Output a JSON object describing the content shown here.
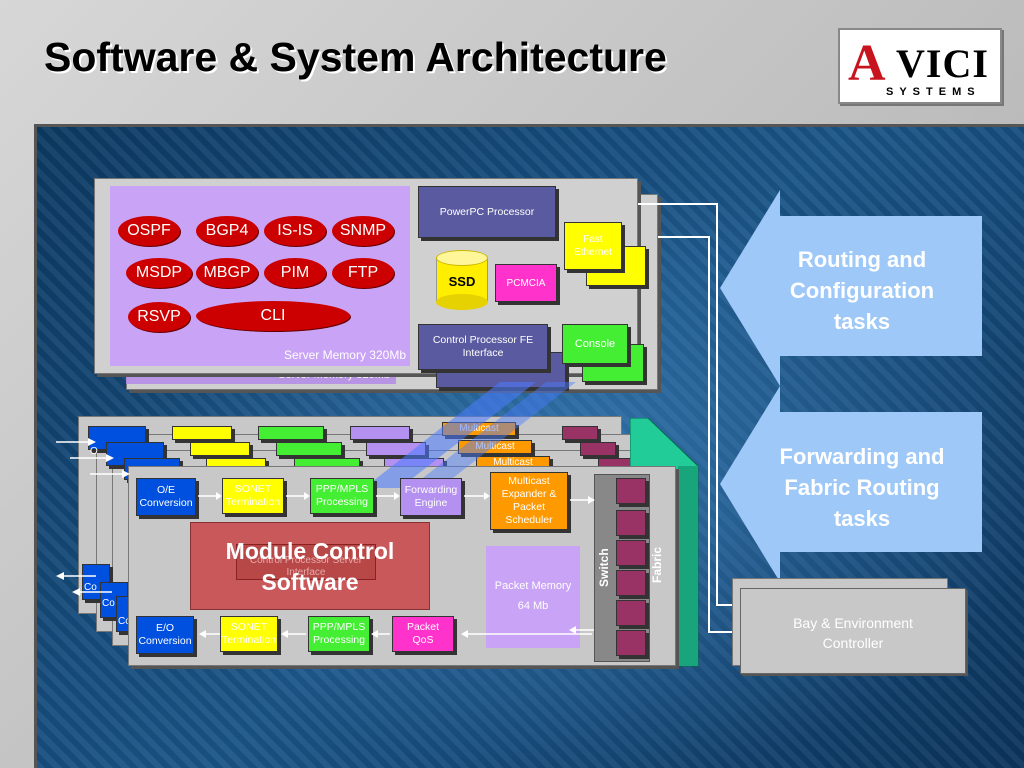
{
  "title": "Software & System Architecture",
  "logo": {
    "a": "A",
    "vici": "VICI",
    "systems": "SYSTEMS"
  },
  "control": {
    "protocols": [
      "OSPF",
      "BGP4",
      "IS-IS",
      "SNMP",
      "MSDP",
      "MBGP",
      "PIM",
      "FTP",
      "RSVP",
      "CLI"
    ],
    "server_memory": "Server Memory 320Mb",
    "server_memory_back": "Server Memory 320Mb",
    "powerpc": "PowerPC Processor",
    "ssd": "SSD",
    "pcmcia": "PCMCIA",
    "fast_ethernet": "Fast Ethernet",
    "cp_fe": "Control Processor FE Interface",
    "console": "Console"
  },
  "routing_tasks": "Routing and Configuration tasks",
  "forwarding_tasks": "Forwarding and Fabric Routing tasks",
  "bay_controller": "Bay & Environment Controller",
  "line_card": {
    "oe": "O/E Conversion",
    "sonet_top": "SONET Termination",
    "ppp_top": "PPP/MPLS Processing",
    "forwarding": "Forwarding Engine",
    "multicast": "Multicast Expander & Packet Scheduler",
    "multicast_back": "Multicast",
    "switch": "Switch",
    "fabric": "Fabric",
    "module": "Module Control Software",
    "cp_server": "Control Processor Server Interface",
    "packet_memory": "Packet Memory",
    "packet_memory_size": "64 Mb",
    "eo": "E/O Conversion",
    "sonet_bottom": "SONET Termination",
    "ppp_bottom": "PPP/MPLS Processing",
    "qos": "Packet QoS",
    "co_fragments": [
      "O",
      "Co",
      "Co",
      "Co"
    ]
  },
  "colors": {
    "blue_box": "#0050e0",
    "yellow_box": "#ffff00",
    "green_box": "#44ee33",
    "lavender_box": "#b490f0",
    "magenta_box": "#ff33cc",
    "orange_box": "#ff9900",
    "arrow": "#9ec8f7",
    "module_red": "#c8585a",
    "teal_fabric": "#22cc99",
    "maroon_port": "#993366"
  }
}
